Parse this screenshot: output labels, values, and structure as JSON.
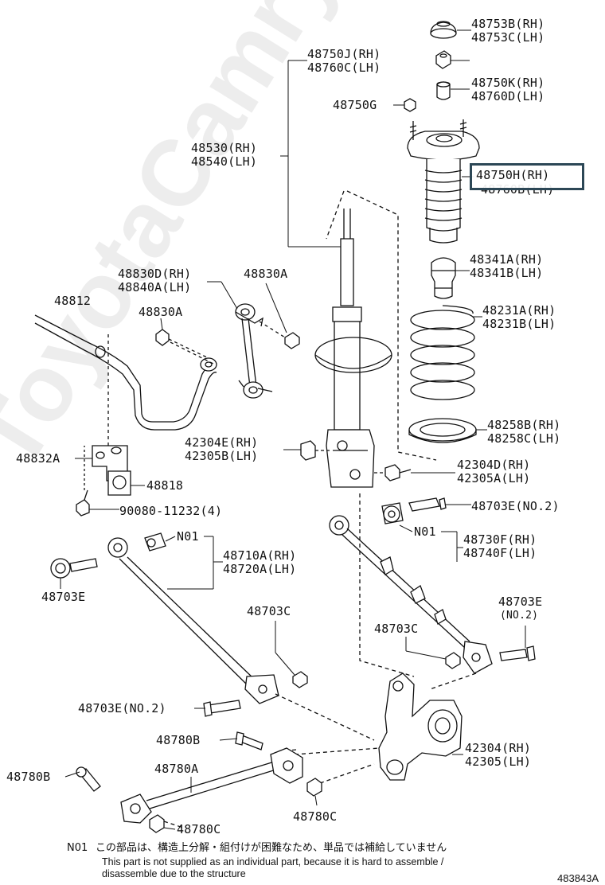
{
  "figure_id": "483843A",
  "watermark": "ToyotaCamry.ru",
  "parts": {
    "p48753": {
      "rh": "48753B(RH)",
      "lh": "48753C(LH)"
    },
    "p48750J": {
      "rh": "48750J(RH)",
      "lh": "48760C(LH)"
    },
    "p48750K": {
      "rh": "48750K(RH)",
      "lh": "48760D(LH)"
    },
    "p48750G": {
      "single": "48750G"
    },
    "p48530": {
      "rh": "48530(RH)",
      "lh": "48540(LH)"
    },
    "p48750H": {
      "rh": "48750H(RH)",
      "lh": "48760B(LH)"
    },
    "p48830D": {
      "rh": "48830D(RH)",
      "lh": "48840A(LH)"
    },
    "p48830A_top": {
      "single": "48830A"
    },
    "p48830A_left": {
      "single": "48830A"
    },
    "p48812": {
      "single": "48812"
    },
    "p48341": {
      "rh": "48341A(RH)",
      "lh": "48341B(LH)"
    },
    "p48231": {
      "rh": "48231A(RH)",
      "lh": "48231B(LH)"
    },
    "p48258": {
      "rh": "48258B(RH)",
      "lh": "48258C(LH)"
    },
    "p42304E": {
      "rh": "42304E(RH)",
      "lh": "42305B(LH)"
    },
    "p48832A": {
      "single": "48832A"
    },
    "p48818": {
      "single": "48818"
    },
    "p90080": {
      "single": "90080-11232(4)"
    },
    "p42304D": {
      "rh": "42304D(RH)",
      "lh": "42305A(LH)"
    },
    "p48703E_no2_top": {
      "single": "48703E(NO.2)"
    },
    "pN01_left": {
      "single": "N01"
    },
    "pN01_right": {
      "single": "N01"
    },
    "p48710A": {
      "rh": "48710A(RH)",
      "lh": "48720A(LH)"
    },
    "p48730F": {
      "rh": "48730F(RH)",
      "lh": "48740F(LH)"
    },
    "p48703E_left": {
      "single": "48703E"
    },
    "p48703C_mid": {
      "single": "48703C"
    },
    "p48703E_right": {
      "single": "48703E",
      "sub": "(NO.2)"
    },
    "p48703C_right": {
      "single": "48703C"
    },
    "p48703E_no2_low": {
      "single": "48703E(NO.2)"
    },
    "p48780B_mid": {
      "single": "48780B"
    },
    "p48780A": {
      "single": "48780A"
    },
    "p48780B_left": {
      "single": "48780B"
    },
    "p42304": {
      "rh": "42304(RH)",
      "lh": "42305(LH)"
    },
    "p48780C_bottom": {
      "single": "48780C"
    },
    "p48780C_right": {
      "single": "48780C"
    }
  },
  "footnote": {
    "code": "N01",
    "jp": "この部品は、構造上分解・組付けが困難なため、単品では補給していません",
    "en_line1": "This part is not supplied as an individual part, because it is hard to assemble /",
    "en_line2": "disassemble due to the structure"
  },
  "colors": {
    "line": "#111111",
    "highlight": "#2c4756",
    "watermark": "rgba(0,0,0,0.07)"
  }
}
